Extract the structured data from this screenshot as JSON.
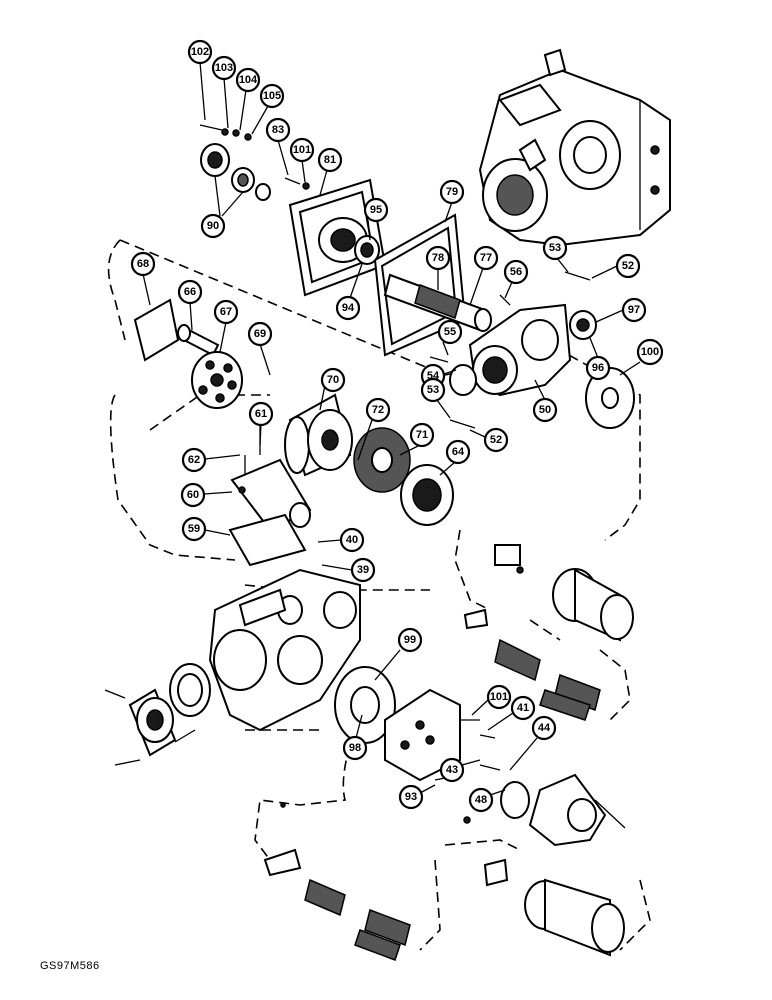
{
  "figure_code": "GS97M586",
  "callouts": [
    "102",
    "103",
    "104",
    "105",
    "83",
    "101",
    "81",
    "90",
    "79",
    "95",
    "53",
    "52",
    "68",
    "66",
    "67",
    "78",
    "77",
    "56",
    "94",
    "97",
    "69",
    "55",
    "70",
    "54",
    "96",
    "100",
    "61",
    "72",
    "71",
    "53",
    "50",
    "52",
    "62",
    "64",
    "60",
    "59",
    "40",
    "39",
    "99",
    "101",
    "41",
    "44",
    "98",
    "43",
    "48",
    "93"
  ]
}
